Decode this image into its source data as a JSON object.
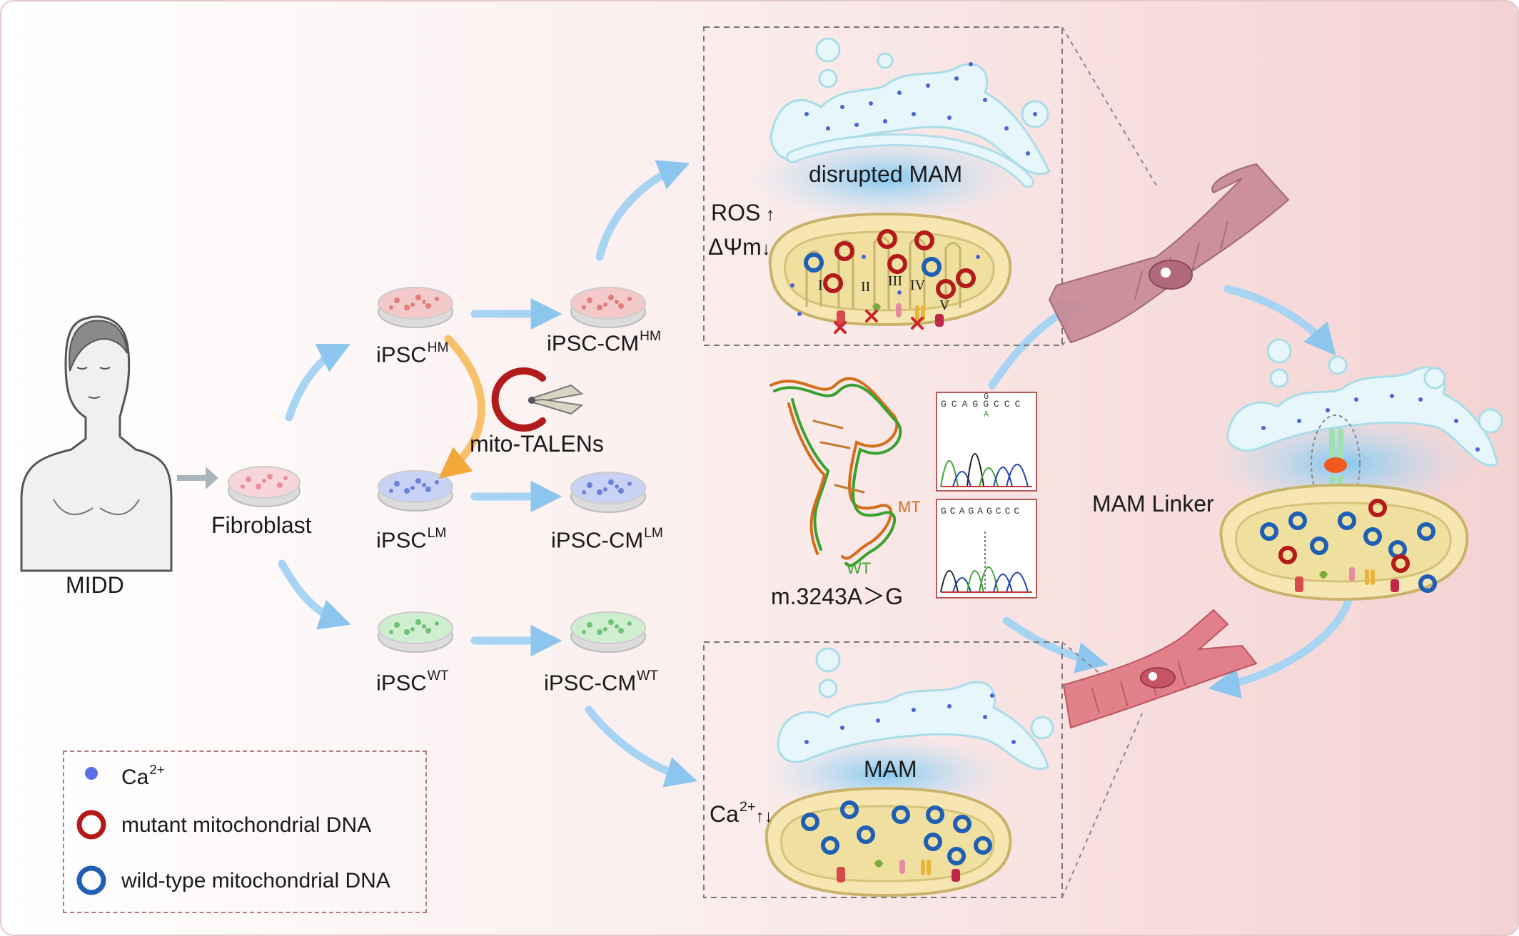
{
  "patient": {
    "label": "MIDD"
  },
  "fibroblast": {
    "label": "Fibroblast"
  },
  "ipsc": {
    "hm": {
      "base": "iPSC",
      "sup": "HM"
    },
    "lm": {
      "base": "iPSC",
      "sup": "LM"
    },
    "wt": {
      "base": "iPSC",
      "sup": "WT"
    }
  },
  "ipsc_cm": {
    "hm": {
      "base": "iPSC-CM",
      "sup": "HM"
    },
    "lm": {
      "base": "iPSC-CM",
      "sup": "LM"
    },
    "wt": {
      "base": "iPSC-CM",
      "sup": "WT"
    }
  },
  "editing": {
    "label": "mito-TALENs"
  },
  "top_panel": {
    "mam_label": "disrupted MAM",
    "ros_label": "ROS",
    "potential_label": "ΔΨm",
    "complexes": [
      "I",
      "II",
      "III",
      "IV",
      "V"
    ]
  },
  "bottom_panel": {
    "mam_label": "MAM",
    "calcium_label": "Ca",
    "calcium_sup": "2+"
  },
  "trna": {
    "mt_label": "MT",
    "wt_label": "WT",
    "mutation_label": "m.3243A＞G"
  },
  "sequencing": {
    "top_sequence": "GCAGGCCC",
    "top_overlay_upper": "G",
    "top_overlay_lower": "A",
    "bottom_sequence": "GCAGAGCCC"
  },
  "right_panel": {
    "linker_label": "MAM Linker"
  },
  "legend": {
    "calcium": {
      "base": "Ca",
      "sup": "2+"
    },
    "mutant": "mutant mitochondrial DNA",
    "wildtype": "wild-type mitochondrial DNA"
  },
  "colors": {
    "mutant_ring": "#b31b1b",
    "wildtype_ring": "#1f5fb4",
    "calcium_dot": "#5b6fe6",
    "er_fill": "#dff3f7",
    "mito_fill": "#f2e2a8",
    "arrow_blue": "#9fd0f2",
    "arrow_orange": "#f7b84a",
    "dish_hm": "#f3c9c9",
    "dish_lm": "#c8d2f4",
    "dish_wt": "#cfeecf"
  }
}
